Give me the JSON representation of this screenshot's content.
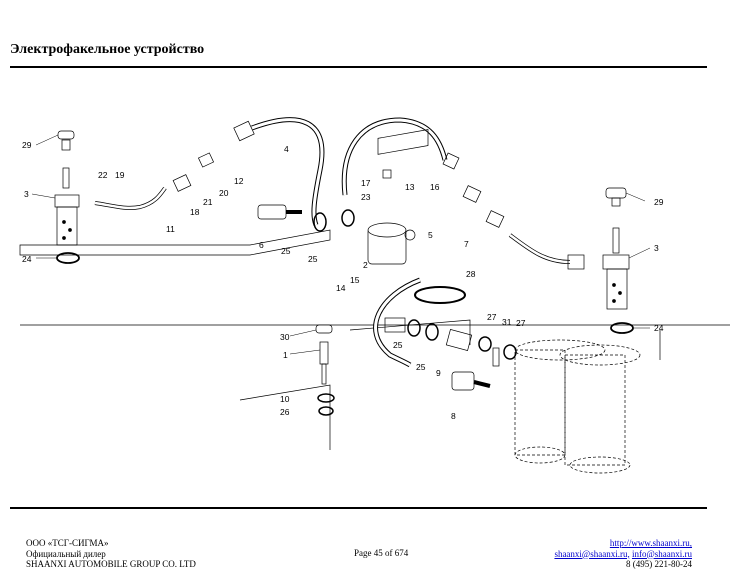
{
  "page": {
    "title": "Электрофакельное устройство"
  },
  "footer": {
    "company": "ООО «ТСГ-СИГМА»",
    "dealer": "Официальный дилер",
    "manufacturer": "SHAANXI AUTOMOBILE GROUP CO. LTD",
    "page_info": "Page 45 of 674",
    "website": "http://www.shaanxi.ru,",
    "email1": "shaanxi@shaanxi.ru,",
    "email2": "info@shaanxi.ru",
    "phone": "8 (495) 221-80-24"
  },
  "callouts": [
    "29",
    "3",
    "22",
    "19",
    "24",
    "11",
    "18",
    "21",
    "20",
    "12",
    "4",
    "6",
    "25",
    "25",
    "14",
    "15",
    "2",
    "5",
    "7",
    "17",
    "13",
    "23",
    "16",
    "28",
    "29",
    "3",
    "24",
    "30",
    "1",
    "10",
    "26",
    "8",
    "9",
    "27",
    "31",
    "27",
    "25",
    "25"
  ]
}
